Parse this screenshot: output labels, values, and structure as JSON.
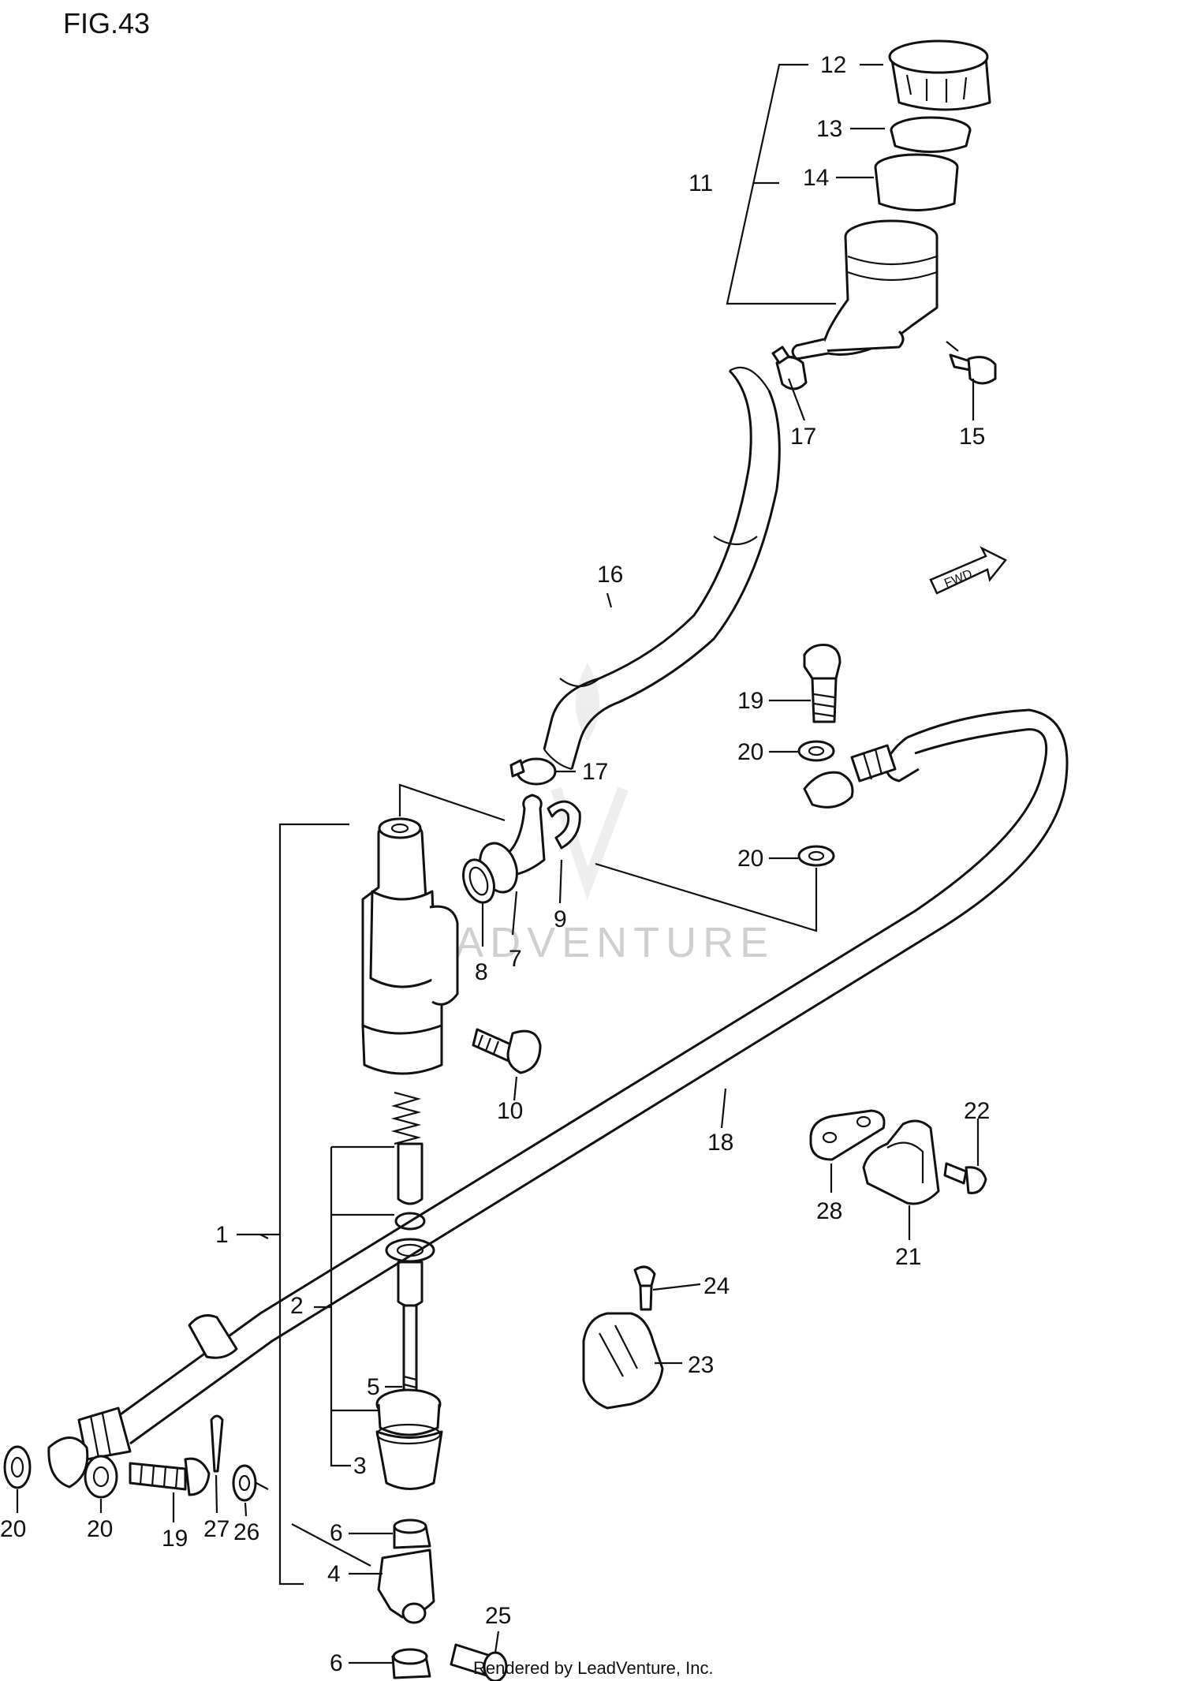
{
  "figure_title": "FIG.43",
  "fwd_label": "FWD",
  "watermark": "LEADVENTURE",
  "footer": "Rendered by LeadVenture, Inc.",
  "callouts": {
    "c1": "1",
    "c2": "2",
    "c3": "3",
    "c4": "4",
    "c5": "5",
    "c6a": "6",
    "c6b": "6",
    "c7": "7",
    "c8": "8",
    "c9": "9",
    "c10": "10",
    "c11": "11",
    "c12": "12",
    "c13": "13",
    "c14": "14",
    "c15": "15",
    "c16": "16",
    "c17a": "17",
    "c17b": "17",
    "c18": "18",
    "c19a": "19",
    "c19b": "19",
    "c20a": "20",
    "c20b": "20",
    "c20c": "20",
    "c20d": "20",
    "c21": "21",
    "c22": "22",
    "c23": "23",
    "c24": "24",
    "c25": "25",
    "c26": "26",
    "c27": "27",
    "c28": "28"
  }
}
